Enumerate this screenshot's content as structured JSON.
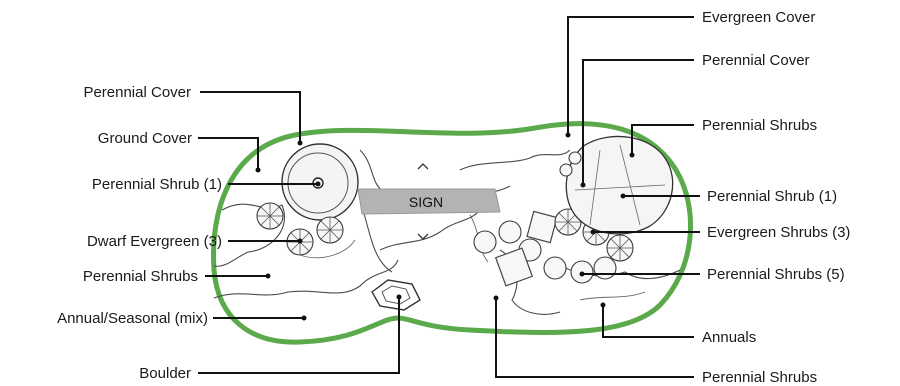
{
  "sign": {
    "label": "SIGN"
  },
  "colors": {
    "border": "#5aa94a",
    "sign_fill": "#b3b3b3",
    "leader": "#111111"
  },
  "labels": {
    "left": [
      "Perennial Cover",
      "Ground Cover",
      "Perennial Shrub (1)",
      "Dwarf Evergreen (3)",
      "Perennial Shrubs",
      "Annual/Seasonal (mix)",
      "Boulder"
    ],
    "right": [
      "Evergreen Cover",
      "Perennial Cover",
      "Perennial Shrubs",
      "Perennial Shrub (1)",
      "Evergreen Shrubs (3)",
      "Perennial Shrubs (5)",
      "Annuals",
      "Perennial Shrubs"
    ]
  }
}
